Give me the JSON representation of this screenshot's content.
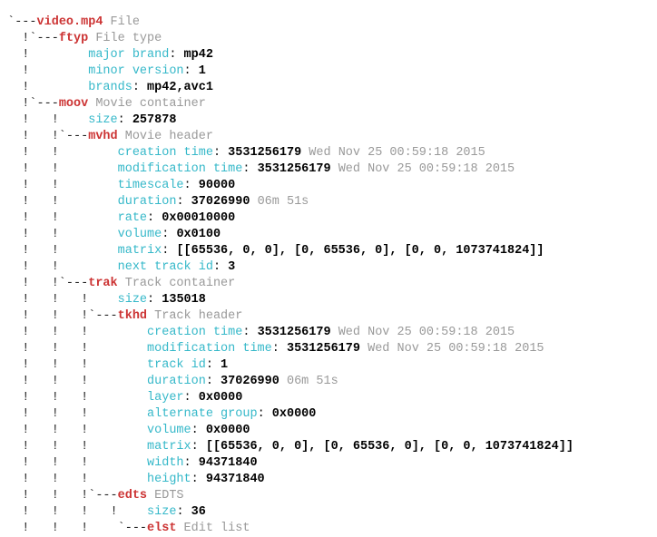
{
  "palette": {
    "background": "#ffffff",
    "tree_glyph": "#222222",
    "node_name": "#cc3333",
    "description": "#999999",
    "field_key": "#35b8c9",
    "field_value": "#000000",
    "annotation": "#999999"
  },
  "tree": {
    "root_label": "video.mp4",
    "root_description": "File",
    "lines": [
      {
        "id": "root-video-mp4",
        "kind": "node",
        "prefix": " `---",
        "name": "video.mp4",
        "desc": "File"
      },
      {
        "id": "node-ftyp",
        "kind": "node",
        "prefix": "   !`---",
        "name": "ftyp",
        "desc": "File type"
      },
      {
        "id": "field-ftyp-major-brand",
        "kind": "field",
        "prefix": "   !        ",
        "key": "major brand",
        "value": "mp42",
        "note": ""
      },
      {
        "id": "field-ftyp-minor-version",
        "kind": "field",
        "prefix": "   !        ",
        "key": "minor version",
        "value": "1",
        "note": ""
      },
      {
        "id": "field-ftyp-brands",
        "kind": "field",
        "prefix": "   !        ",
        "key": "brands",
        "value": "mp42,avc1",
        "note": ""
      },
      {
        "id": "node-moov",
        "kind": "node",
        "prefix": "   !`---",
        "name": "moov",
        "desc": "Movie container"
      },
      {
        "id": "field-moov-size",
        "kind": "field",
        "prefix": "   !   !    ",
        "key": "size",
        "value": "257878",
        "note": ""
      },
      {
        "id": "node-mvhd",
        "kind": "node",
        "prefix": "   !   !`---",
        "name": "mvhd",
        "desc": "Movie header"
      },
      {
        "id": "field-mvhd-creation-time",
        "kind": "field",
        "prefix": "   !   !        ",
        "key": "creation time",
        "value": "3531256179",
        "note": "Wed Nov 25 00:59:18 2015"
      },
      {
        "id": "field-mvhd-modification-time",
        "kind": "field",
        "prefix": "   !   !        ",
        "key": "modification time",
        "value": "3531256179",
        "note": "Wed Nov 25 00:59:18 2015"
      },
      {
        "id": "field-mvhd-timescale",
        "kind": "field",
        "prefix": "   !   !        ",
        "key": "timescale",
        "value": "90000",
        "note": ""
      },
      {
        "id": "field-mvhd-duration",
        "kind": "field",
        "prefix": "   !   !        ",
        "key": "duration",
        "value": "37026990",
        "note": "06m 51s"
      },
      {
        "id": "field-mvhd-rate",
        "kind": "field",
        "prefix": "   !   !        ",
        "key": "rate",
        "value": "0x00010000",
        "note": ""
      },
      {
        "id": "field-mvhd-volume",
        "kind": "field",
        "prefix": "   !   !        ",
        "key": "volume",
        "value": "0x0100",
        "note": ""
      },
      {
        "id": "field-mvhd-matrix",
        "kind": "field",
        "prefix": "   !   !        ",
        "key": "matrix",
        "value": "[[65536, 0, 0], [0, 65536, 0], [0, 0, 1073741824]]",
        "note": ""
      },
      {
        "id": "field-mvhd-next-track-id",
        "kind": "field",
        "prefix": "   !   !        ",
        "key": "next track id",
        "value": "3",
        "note": ""
      },
      {
        "id": "node-trak",
        "kind": "node",
        "prefix": "   !   !`---",
        "name": "trak",
        "desc": "Track container"
      },
      {
        "id": "field-trak-size",
        "kind": "field",
        "prefix": "   !   !   !    ",
        "key": "size",
        "value": "135018",
        "note": ""
      },
      {
        "id": "node-tkhd",
        "kind": "node",
        "prefix": "   !   !   !`---",
        "name": "tkhd",
        "desc": "Track header"
      },
      {
        "id": "field-tkhd-creation-time",
        "kind": "field",
        "prefix": "   !   !   !        ",
        "key": "creation time",
        "value": "3531256179",
        "note": "Wed Nov 25 00:59:18 2015"
      },
      {
        "id": "field-tkhd-modification-time",
        "kind": "field",
        "prefix": "   !   !   !        ",
        "key": "modification time",
        "value": "3531256179",
        "note": "Wed Nov 25 00:59:18 2015"
      },
      {
        "id": "field-tkhd-track-id",
        "kind": "field",
        "prefix": "   !   !   !        ",
        "key": "track id",
        "value": "1",
        "note": ""
      },
      {
        "id": "field-tkhd-duration",
        "kind": "field",
        "prefix": "   !   !   !        ",
        "key": "duration",
        "value": "37026990",
        "note": "06m 51s"
      },
      {
        "id": "field-tkhd-layer",
        "kind": "field",
        "prefix": "   !   !   !        ",
        "key": "layer",
        "value": "0x0000",
        "note": ""
      },
      {
        "id": "field-tkhd-alternate-group",
        "kind": "field",
        "prefix": "   !   !   !        ",
        "key": "alternate group",
        "value": "0x0000",
        "note": ""
      },
      {
        "id": "field-tkhd-volume",
        "kind": "field",
        "prefix": "   !   !   !        ",
        "key": "volume",
        "value": "0x0000",
        "note": ""
      },
      {
        "id": "field-tkhd-matrix",
        "kind": "field",
        "prefix": "   !   !   !        ",
        "key": "matrix",
        "value": "[[65536, 0, 0], [0, 65536, 0], [0, 0, 1073741824]]",
        "note": ""
      },
      {
        "id": "field-tkhd-width",
        "kind": "field",
        "prefix": "   !   !   !        ",
        "key": "width",
        "value": "94371840",
        "note": ""
      },
      {
        "id": "field-tkhd-height",
        "kind": "field",
        "prefix": "   !   !   !        ",
        "key": "height",
        "value": "94371840",
        "note": ""
      },
      {
        "id": "node-edts",
        "kind": "node",
        "prefix": "   !   !   !`---",
        "name": "edts",
        "desc": "EDTS"
      },
      {
        "id": "field-edts-size",
        "kind": "field",
        "prefix": "   !   !   !   !    ",
        "key": "size",
        "value": "36",
        "note": ""
      },
      {
        "id": "node-elst",
        "kind": "node",
        "prefix": "   !   !   !    `---",
        "name": "elst",
        "desc": "Edit list"
      }
    ]
  }
}
